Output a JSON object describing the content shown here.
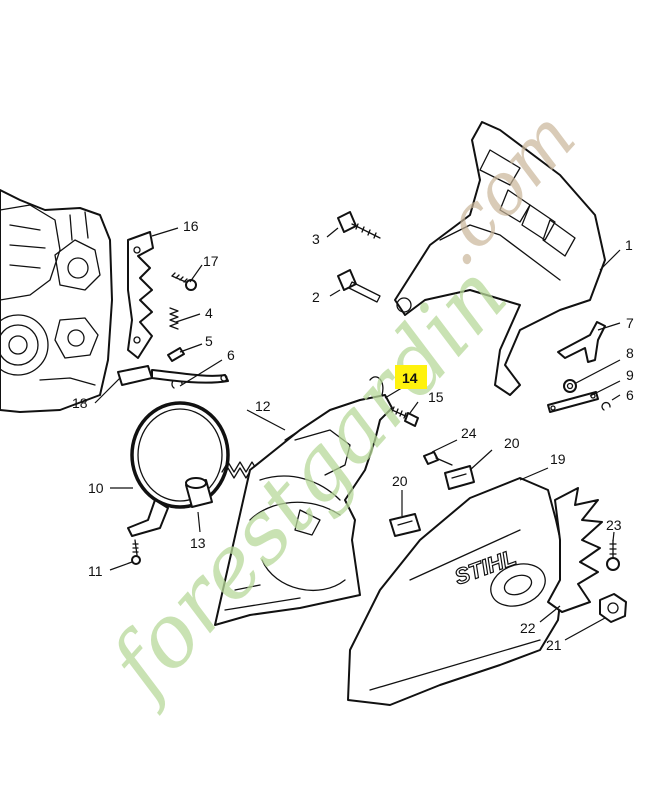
{
  "diagram": {
    "part_numbers": {
      "p1": "1",
      "p2": "2",
      "p3": "3",
      "p4": "4",
      "p5": "5",
      "p6a": "6",
      "p6b": "6",
      "p7": "7",
      "p8": "8",
      "p9": "9",
      "p10": "10",
      "p11": "11",
      "p12": "12",
      "p13": "13",
      "p14": "14",
      "p15": "15",
      "p16": "16",
      "p17": "17",
      "p18": "18",
      "p19": "19",
      "p20a": "20",
      "p20b": "20",
      "p21": "21",
      "p22": "22",
      "p23": "23",
      "p24": "24"
    },
    "highlighted_part": "14",
    "highlight_color": "#fff20d",
    "brand_mark": "STIHL",
    "watermark": {
      "green_text": "forestgardin",
      "tan_text": ".com",
      "green_color": "#b8d99a",
      "tan_color": "#c9b69a"
    }
  }
}
